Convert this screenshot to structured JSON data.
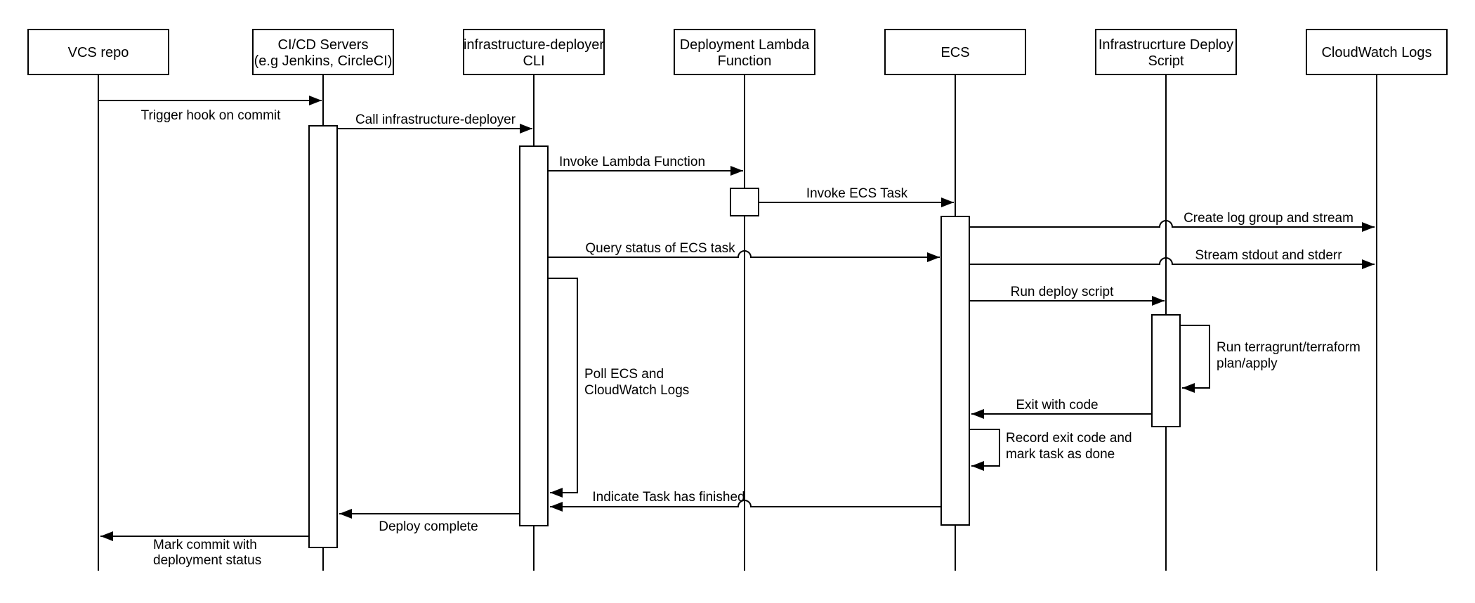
{
  "diagram": {
    "type": "uml-sequence-diagram",
    "colors": {
      "line": "#000000",
      "background": "#ffffff",
      "text": "#000000"
    },
    "participants": [
      {
        "id": "vcs-repo",
        "name": "VCS repo",
        "lines": [
          "VCS repo"
        ]
      },
      {
        "id": "cicd-servers",
        "name": "CI/CD Servers (e.g Jenkins, CircleCI)",
        "lines": [
          "CI/CD Servers",
          "(e.g Jenkins, CircleCI)"
        ]
      },
      {
        "id": "infrastructure-deployer-cli",
        "name": "infrastructure-deployer CLI",
        "lines": [
          "infrastructure-deployer",
          "CLI"
        ]
      },
      {
        "id": "deployment-lambda-function",
        "name": "Deployment Lambda Function",
        "lines": [
          "Deployment Lambda",
          "Function"
        ]
      },
      {
        "id": "ecs",
        "name": "ECS",
        "lines": [
          "ECS"
        ]
      },
      {
        "id": "infrastructure-deploy-script",
        "name": "Infrastrucrture Deploy Script",
        "lines": [
          "Infrastrucrture Deploy",
          "Script"
        ]
      },
      {
        "id": "cloudwatch-logs",
        "name": "CloudWatch Logs",
        "lines": [
          "CloudWatch Logs"
        ]
      }
    ],
    "messages": [
      {
        "from": "VCS repo",
        "to": "CI/CD Servers",
        "label": "Trigger hook on commit"
      },
      {
        "from": "CI/CD Servers",
        "to": "infrastructure-deployer CLI",
        "label": "Call infrastructure-deployer"
      },
      {
        "from": "infrastructure-deployer CLI",
        "to": "Deployment Lambda Function",
        "label": "Invoke Lambda Function"
      },
      {
        "from": "Deployment Lambda Function",
        "to": "ECS",
        "label": "Invoke ECS Task"
      },
      {
        "from": "ECS",
        "to": "CloudWatch Logs",
        "label": "Create log group and stream"
      },
      {
        "from": "infrastructure-deployer CLI",
        "to": "ECS",
        "label": "Query status of ECS task"
      },
      {
        "from": "ECS",
        "to": "CloudWatch Logs",
        "label": "Stream stdout and stderr"
      },
      {
        "from": "infrastructure-deployer CLI",
        "to": "infrastructure-deployer CLI",
        "type": "self-loop",
        "label": "Poll ECS and CloudWatch Logs",
        "lines": [
          "Poll ECS and",
          "CloudWatch Logs"
        ]
      },
      {
        "from": "ECS",
        "to": "Infrastrucrture Deploy Script",
        "label": "Run deploy script"
      },
      {
        "from": "Infrastrucrture Deploy Script",
        "to": "Infrastrucrture Deploy Script",
        "type": "self",
        "label": "Run terragrunt/terraform plan/apply",
        "lines": [
          "Run terragrunt/terraform",
          "plan/apply"
        ]
      },
      {
        "from": "Infrastrucrture Deploy Script",
        "to": "ECS",
        "label": "Exit with code"
      },
      {
        "from": "ECS",
        "to": "ECS",
        "type": "self",
        "label": "Record exit code and mark task as done",
        "lines": [
          "Record exit code and",
          "mark task as done"
        ]
      },
      {
        "from": "ECS",
        "to": "infrastructure-deployer CLI",
        "label": "Indicate Task has finished"
      },
      {
        "from": "infrastructure-deployer CLI",
        "to": "CI/CD Servers",
        "label": "Deploy complete"
      },
      {
        "from": "CI/CD Servers",
        "to": "VCS repo",
        "label": "Mark commit with deployment status",
        "lines": [
          "Mark commit with",
          "deployment status"
        ]
      }
    ]
  }
}
